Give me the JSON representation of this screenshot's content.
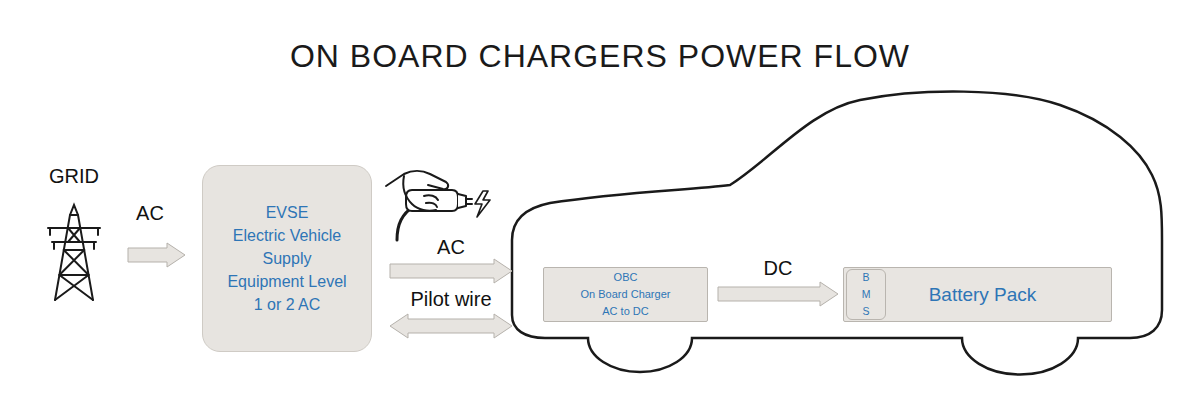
{
  "diagram": {
    "title": "ON BOARD CHARGERS POWER FLOW",
    "nodes": [
      {
        "text": [
          "EVSE",
          "Electric Vehicle Supply Equipment Level 1 or 2 AC"
        ]
      },
      {
        "text": [
          "OBC",
          "On Board Charger",
          "AC to DC"
        ]
      },
      {
        "text": [
          "Battery Pack"
        ]
      },
      {
        "text": [
          "B M S"
        ],
        "in": 2
      }
    ],
    "edges": [
      {
        "from": 0,
        "to": 1,
        "label": "AC",
        "arrow": "to"
      },
      {
        "from": 0,
        "to": 1,
        "label": "Pilot wire",
        "arrow": "both"
      },
      {
        "from": 1,
        "to": 2,
        "label": "DC",
        "arrow": "to"
      }
    ],
    "labels": [
      "GRID",
      "AC"
    ]
  }
}
